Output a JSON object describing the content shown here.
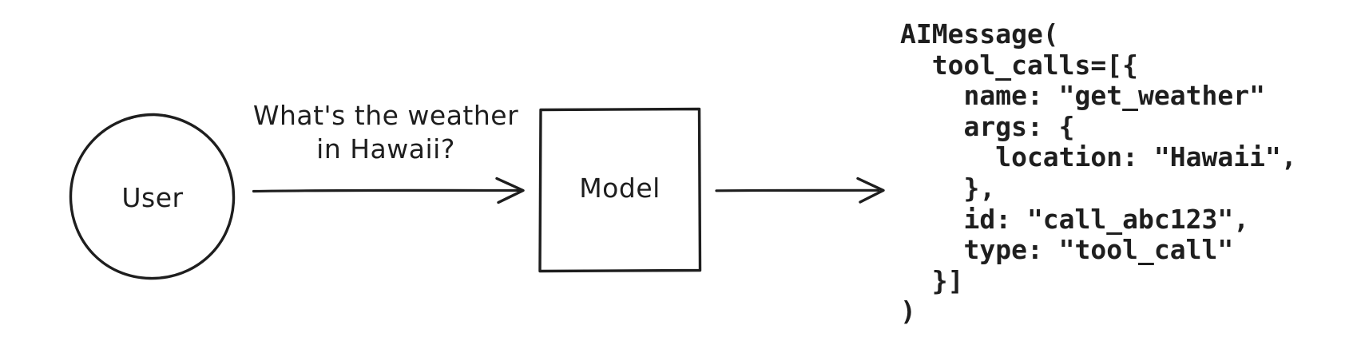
{
  "canvas": {
    "background": "#ffffff",
    "ink_color": "#1e1e1e"
  },
  "diagram": {
    "user_label": "User",
    "model_label": "Model",
    "message_line1": "What's the weather",
    "message_line2": "in Hawaii?"
  },
  "code": {
    "lines": [
      "AIMessage(",
      "  tool_calls=[{",
      "    name: \"get_weather\"",
      "    args: {",
      "      location: \"Hawaii\",",
      "    },",
      "    id: \"call_abc123\",",
      "    type: \"tool_call\"",
      "  }]",
      ")"
    ]
  }
}
